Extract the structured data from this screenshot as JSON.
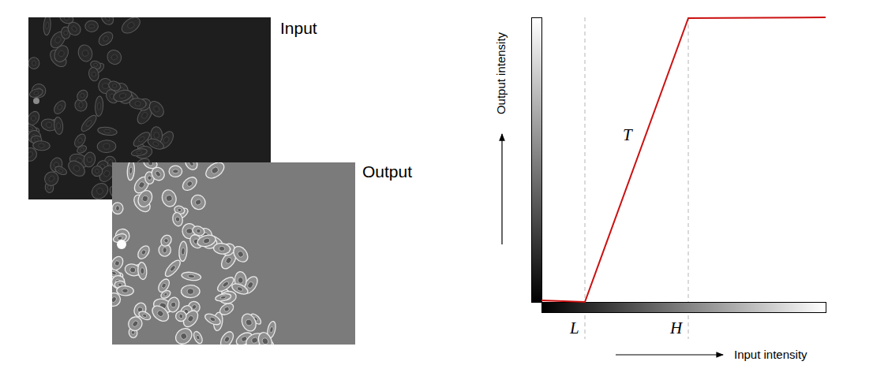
{
  "diagram": {
    "labels": [
      "Input",
      "Output",
      "T",
      "L",
      "H",
      "Input intensity",
      "Output intensity"
    ]
  }
}
